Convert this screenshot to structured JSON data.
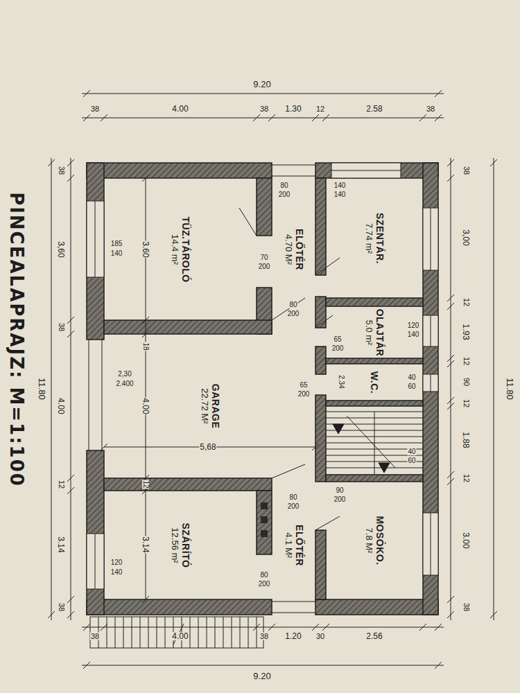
{
  "diagram": {
    "title": "PINCEALAPRAJZ: M=1:100",
    "nodes": [
      {
        "text": [
          "TÜZ.TÁROLÓ",
          "14.4 m²"
        ]
      },
      {
        "text": [
          "ELŐTÉR",
          "4.70 M²"
        ]
      },
      {
        "text": [
          "SZENTÁR.",
          "7.74 m²"
        ]
      },
      {
        "text": [
          "OLAJTÁR",
          "5.0 m²"
        ]
      },
      {
        "text": [
          "W.C."
        ]
      },
      {
        "text": [
          "GARAGE",
          "22.72 M²"
        ]
      },
      {
        "text": [
          "SZÁRÍTÓ",
          "12.56 m²"
        ]
      },
      {
        "text": [
          "ELŐTÉR",
          "4.1 M²"
        ]
      },
      {
        "text": [
          "MOSÓKO.",
          "7.8 M²"
        ]
      }
    ],
    "labels": [
      "9.20",
      "38",
      "4.00",
      "38",
      "1.30",
      "12",
      "2.58",
      "38",
      "38",
      "3,00",
      "12",
      "1.93",
      "12",
      "90",
      "12",
      "1.88",
      "12",
      "3.00",
      "38",
      "11.80",
      "38",
      "3,60",
      "38",
      "4.00",
      "12",
      "3.14",
      "38",
      "11.80",
      "38",
      "4.00",
      "38",
      "1.20",
      "30",
      "2.56",
      "9.20",
      "3.60",
      "185",
      "140",
      "18",
      "2,30",
      "2.400",
      "4.00",
      "5,68",
      "12",
      "3.14",
      "120",
      "140",
      "80",
      "200",
      "140",
      "140",
      "70",
      "200",
      "80",
      "200",
      "120",
      "140",
      "65",
      "200",
      "65",
      "200",
      "40",
      "60",
      "2.34",
      "40",
      "60",
      "80",
      "200",
      "90",
      "200",
      "80",
      "200"
    ]
  }
}
